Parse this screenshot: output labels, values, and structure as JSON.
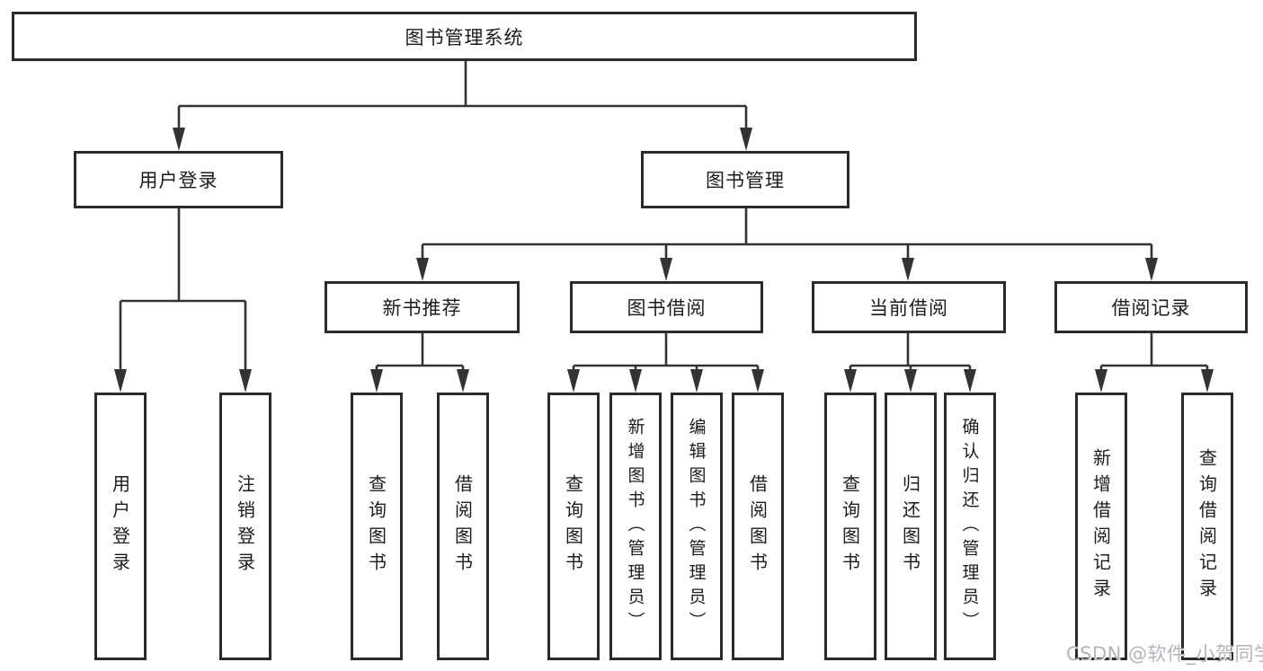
{
  "diagram": {
    "root": "图书管理系统",
    "level2": [
      "用户登录",
      "图书管理"
    ],
    "level3": [
      "新书推荐",
      "图书借阅",
      "当前借阅",
      "借阅记录"
    ],
    "leaves": {
      "user_login": [
        "用户登录",
        "注销登录"
      ],
      "new_books": [
        "查询图书",
        "借阅图书"
      ],
      "borrowing": [
        "查询图书",
        "新增图书（管理员）",
        "编辑图书（管理员）",
        "借阅图书"
      ],
      "current": [
        "查询图书",
        "归还图书",
        "确认归还（管理员）"
      ],
      "records": [
        "新增借阅记录",
        "查询借阅记录"
      ]
    },
    "colors": {
      "line": "#333333",
      "border": "#2b2b2b",
      "text": "#1c1c1c",
      "watermark": "#b0b0b6"
    }
  },
  "watermark": {
    "text": "CSDN @软件_小贺同学"
  }
}
